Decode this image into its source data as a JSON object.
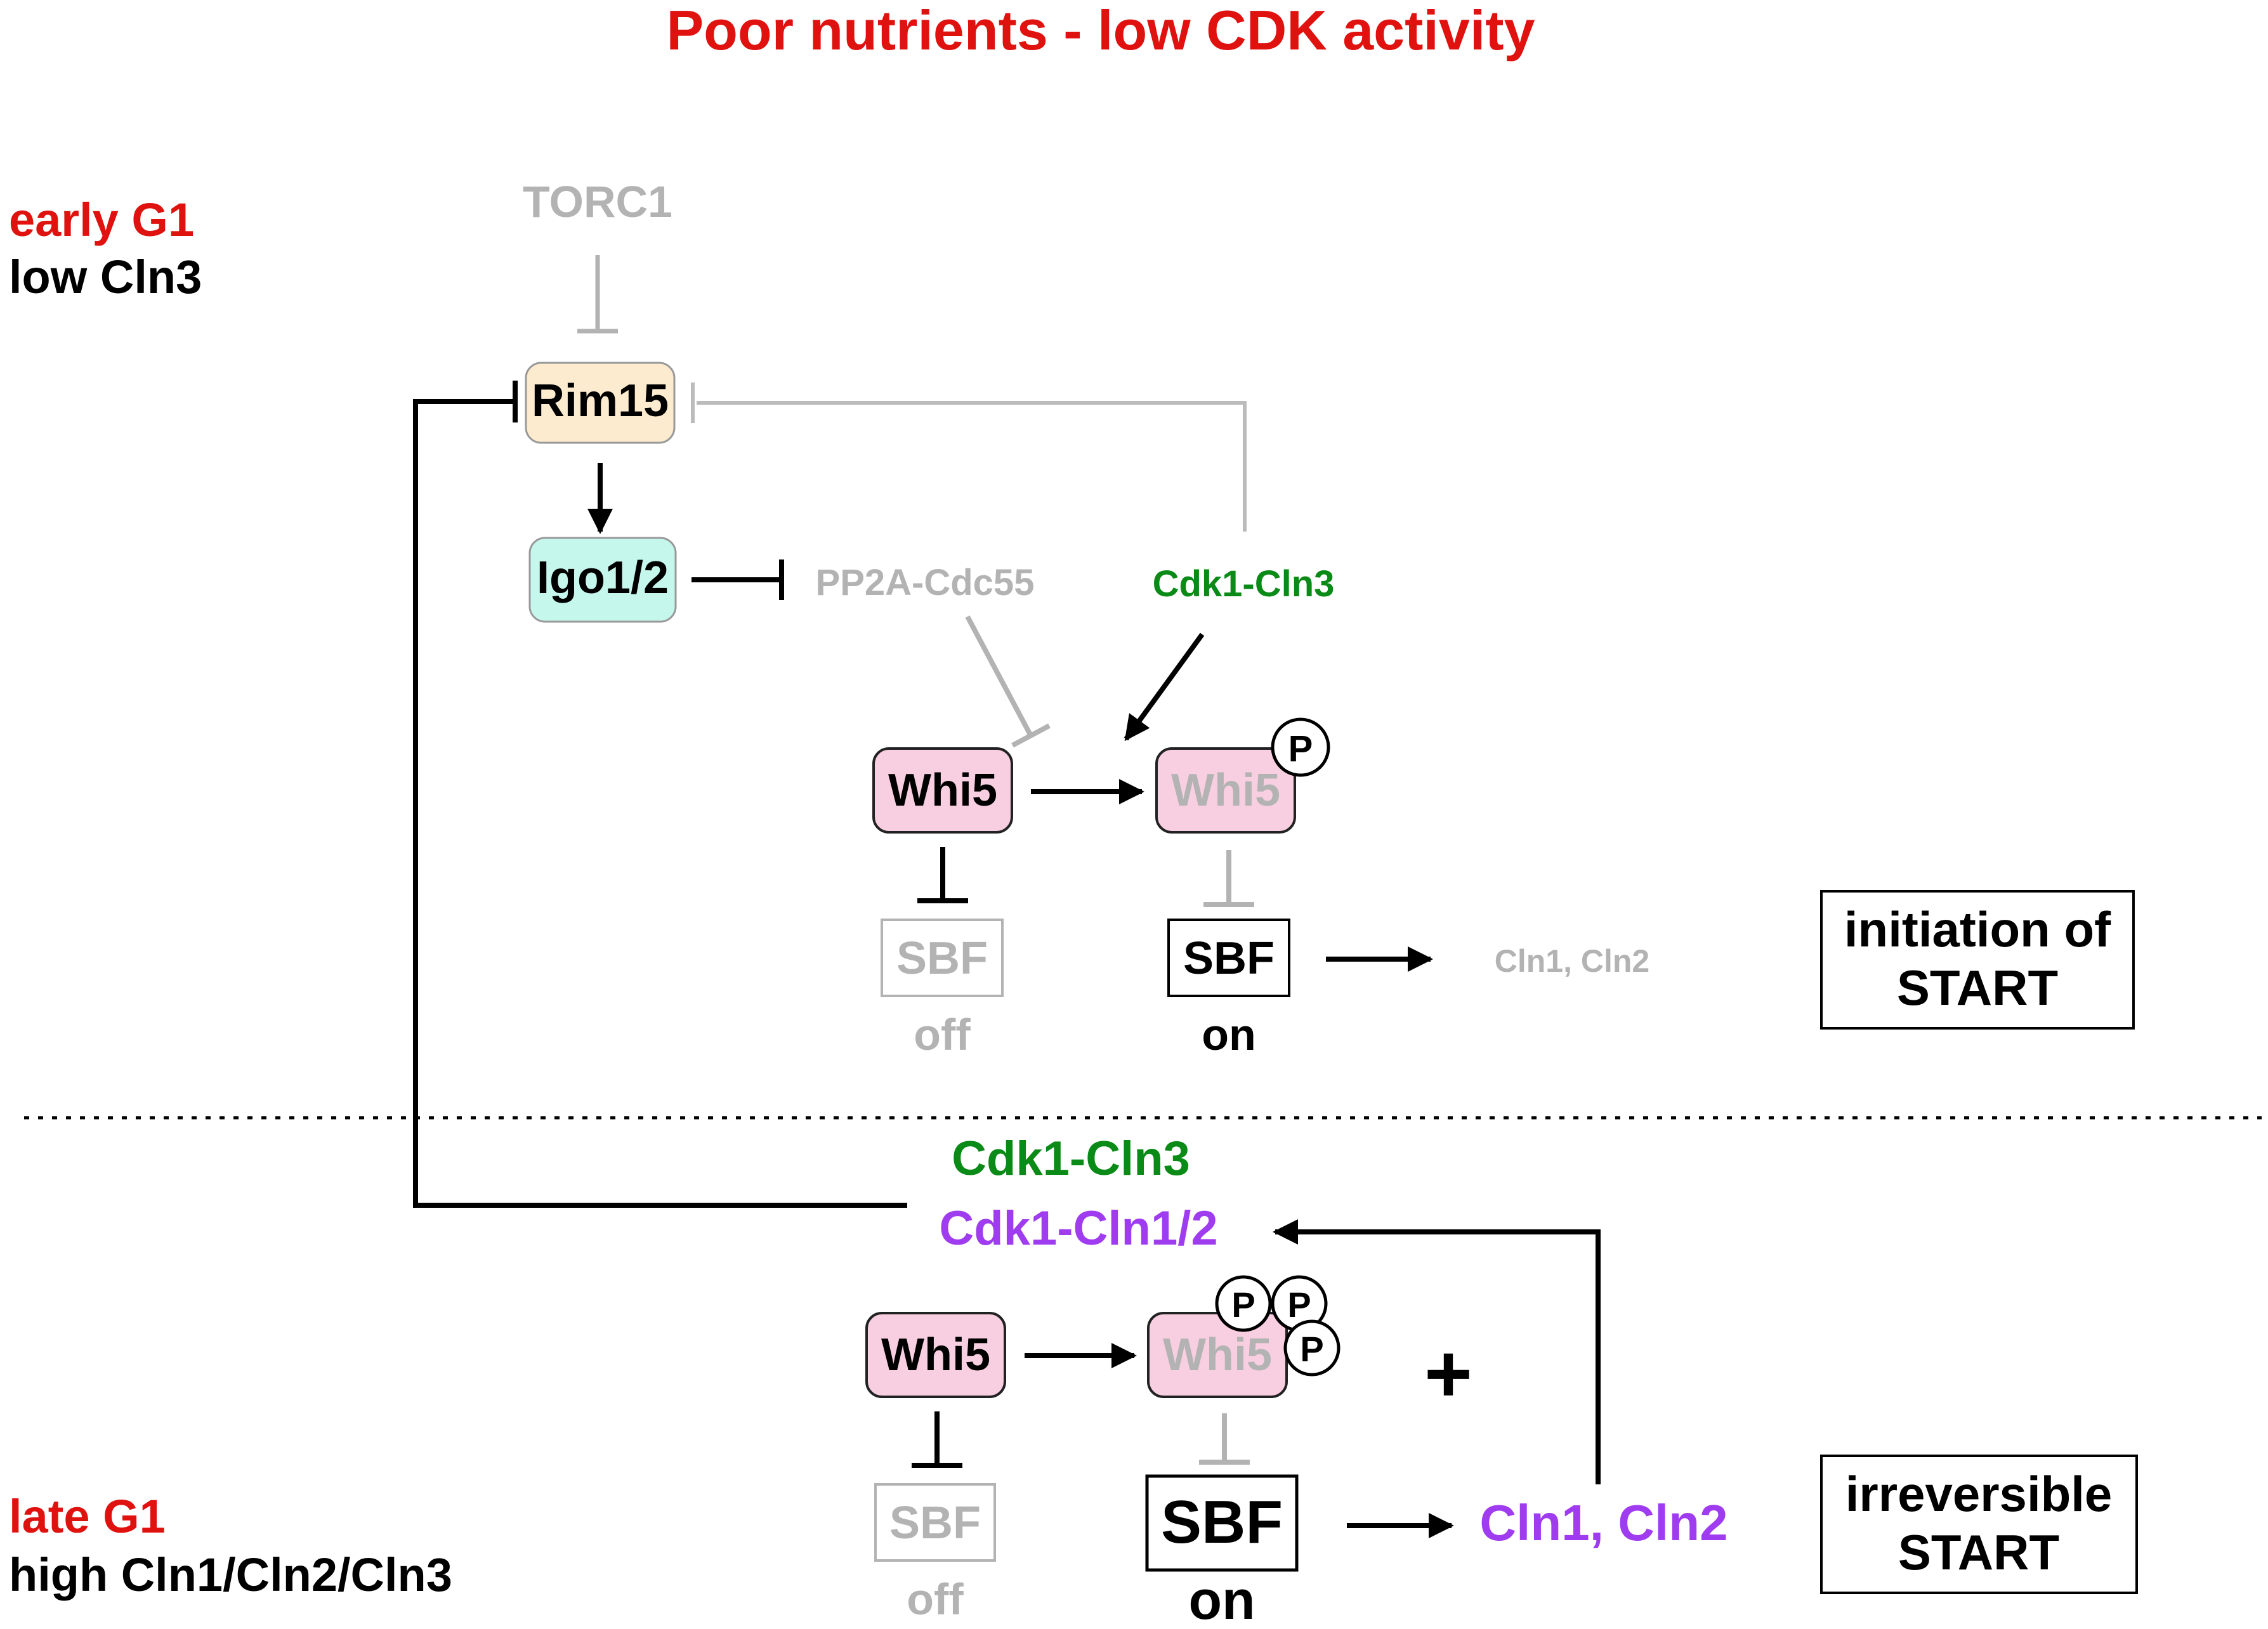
{
  "title": "Poor nutrients - low CDK activity",
  "phases": {
    "early": {
      "stage": "early G1",
      "cln": "low Cln3"
    },
    "late": {
      "stage": "late G1",
      "cln": "high Cln1/Cln2/Cln3"
    }
  },
  "nodes": {
    "torc1": "TORC1",
    "rim15": "Rim15",
    "igo": "Igo1/2",
    "pp2a": "PP2A-Cdc55",
    "cdk_cln3_top": "Cdk1-Cln3",
    "whi5_top": "Whi5",
    "whi5p_top": "Whi5",
    "sbf_off_top": "SBF",
    "sbf_on_top": "SBF",
    "off_top": "off",
    "on_top": "on",
    "cln12_top": "Cln1, Cln2",
    "cdk_cln3_bottom": "Cdk1-Cln3",
    "cdk_cln12_bottom": "Cdk1-Cln1/2",
    "whi5_bottom": "Whi5",
    "whi5p_bottom": "Whi5",
    "plus": "+",
    "sbf_off_bottom": "SBF",
    "sbf_on_bottom": "SBF",
    "off_bottom": "off",
    "on_bottom": "on",
    "cln12_bottom": "Cln1, Cln2",
    "phospho": "P"
  },
  "outcomes": {
    "top": {
      "line1": "initiation of",
      "line2": "START"
    },
    "bottom": {
      "line1": "irreversible",
      "line2": "START"
    }
  },
  "colors": {
    "title": "#e0120f",
    "stage": "#e0120f",
    "gray": "#b3b3b3",
    "green": "#0a8a16",
    "purple": "#a03cf0",
    "rim15_fill": "#fdebcf",
    "igo_fill": "#c6f7ec",
    "whi5_fill": "#f8cfe0"
  }
}
